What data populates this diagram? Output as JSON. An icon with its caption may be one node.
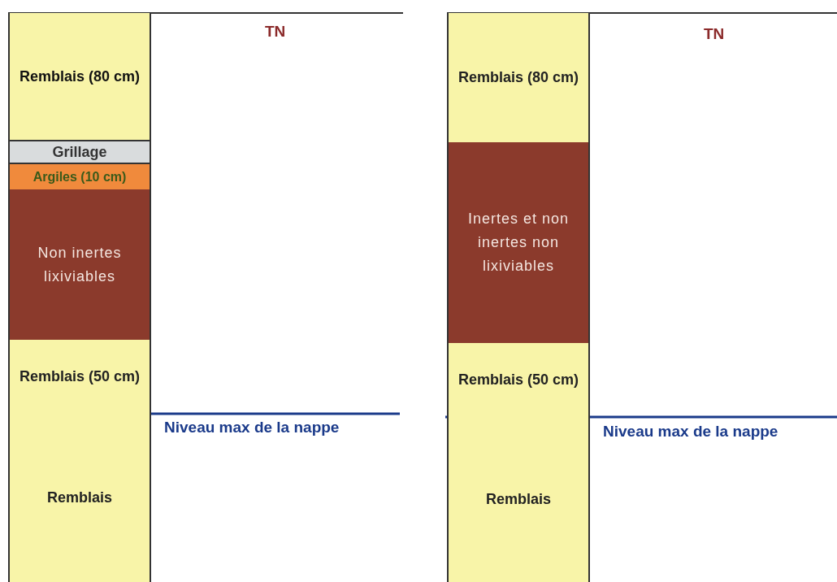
{
  "diagram": {
    "nodes": [
      {
        "text": [
          "Remblais (80 cm)"
        ]
      },
      {
        "text": [
          "Grillage"
        ]
      },
      {
        "text": [
          "Argiles (10 cm)"
        ]
      },
      {
        "text": [
          "Non inertes lixiviables"
        ]
      },
      {
        "text": [
          "Remblais (50 cm)"
        ]
      },
      {
        "text": [
          "Remblais"
        ]
      },
      {
        "text": [
          "Remblais (80 cm)"
        ]
      },
      {
        "text": [
          "Inertes et non inertes non lixiviables"
        ]
      },
      {
        "text": [
          "Remblais (50 cm)"
        ]
      },
      {
        "text": [
          "Remblais"
        ]
      }
    ],
    "labels": [
      "TN",
      "TN",
      "Niveau max de la nappe",
      "Niveau max de la nappe"
    ]
  }
}
